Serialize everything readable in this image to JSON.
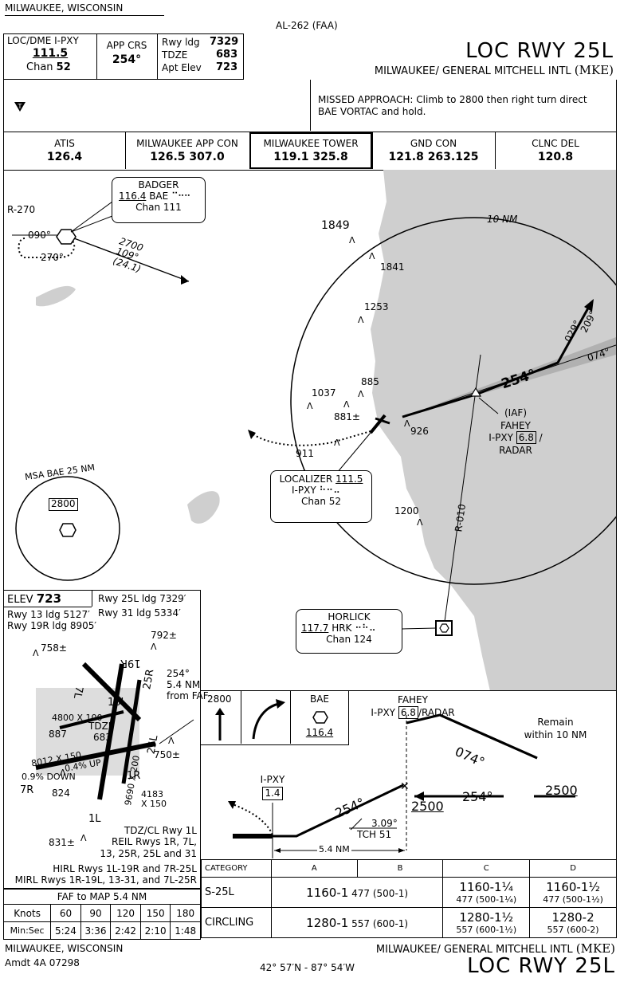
{
  "header": {
    "city_state_top": "MILWAUKEE, WISCONSIN",
    "procedure_number": "AL-262 (FAA)",
    "loc_id_label": "LOC/DME  I-PXY",
    "loc_freq": "111.5",
    "chan_label": "Chan",
    "chan_value": "52",
    "app_crs_label": "APP CRS",
    "app_crs_value": "254°",
    "rwy_ldg_label": "Rwy ldg",
    "rwy_ldg_value": "7329",
    "tdze_label": "TDZE",
    "tdze_value": "683",
    "apt_elev_label": "Apt Elev",
    "apt_elev_value": "723",
    "procedure_title": "LOC RWY 25L",
    "airport_name": "MILWAUKEE/ GENERAL MITCHELL INTL",
    "airport_id": "(MKE)",
    "missed_approach": "MISSED APPROACH: Climb to 2800 then right turn direct BAE VORTAC and hold."
  },
  "comms": [
    {
      "label": "ATIS",
      "value": "126.4"
    },
    {
      "label": "MILWAUKEE APP CON",
      "value": "126.5  307.0"
    },
    {
      "label": "MILWAUKEE TOWER",
      "value": "119.1  325.8"
    },
    {
      "label": "GND CON",
      "value": "121.8  263.125"
    },
    {
      "label": "CLNC DEL",
      "value": "120.8"
    }
  ],
  "plan": {
    "badger_name": "BADGER",
    "badger_freq": "116.4",
    "badger_id": "BAE",
    "badger_chan": "Chan 111",
    "r270": "R-270",
    "hold_090": "090°",
    "hold_270": "270°",
    "alt_2700": "2700",
    "crs_109": "109°",
    "dist_241": "(24.1)",
    "obst_1849": "1849",
    "obst_1841": "1841",
    "obst_1253": "1253",
    "obst_1037": "1037",
    "obst_885": "885",
    "obst_881": "881±",
    "obst_926": "926",
    "obst_911": "911",
    "obst_1200": "1200",
    "ring_10nm": "10 NM",
    "crs_029": "029°",
    "crs_209": "209°",
    "crs_074": "074°",
    "crs_254": "254°",
    "fahey_iaf": "(IAF)",
    "fahey_name": "FAHEY",
    "fahey_dme_id": "I-PXY",
    "fahey_dme": "6.8",
    "fahey_radar": "RADAR",
    "r010": "R-010",
    "loc_name": "LOCALIZER",
    "loc_freq": "111.5",
    "loc_id": "I-PXY",
    "loc_chan": "Chan 52",
    "msa_label": "MSA BAE 25 NM",
    "msa_alt": "2800",
    "horlick_name": "HORLICK",
    "horlick_freq": "117.7",
    "horlick_id": "HRK",
    "horlick_chan": "Chan 124"
  },
  "airport": {
    "elev_label": "ELEV",
    "elev_value": "723",
    "rwy25l": "Rwy 25L ldg 7329′",
    "rwy13": "Rwy 13 ldg 5127′",
    "rwy31": "Rwy 31 ldg 5334′",
    "rwy19r": "Rwy 19R ldg 8905′",
    "obst_758": "758±",
    "obst_792": "792±",
    "obst_887": "887",
    "obst_750": "750±",
    "obst_824": "824",
    "obst_831": "831±",
    "crs_note_1": "254°",
    "crs_note_2": "5.4 NM",
    "crs_note_3": "from FAF",
    "dim_4800": "4800 X 100",
    "tdze_label": "TDZE",
    "tdze_value": "683",
    "dim_8012": "8012 X 150",
    "dim_9690": "9690 X 200",
    "dim_4183": "4183",
    "dim_x150": "X 150",
    "grad_up": "0.4% UP",
    "grad_down": "0.9% DOWN",
    "rwy_1l": "1L",
    "rwy_1r": "1R",
    "rwy_7r": "7R",
    "rwy_25l": "25L",
    "rwy_25r": "25R",
    "rwy_19r": "19R",
    "rwy_7l": "7L",
    "rwy_16l": "16L",
    "lights_1": "TDZ/CL Rwy 1L",
    "lights_2": "REIL Rwys 1R, 7L,",
    "lights_3": "13, 25R, 25L and 31",
    "lights_4": "HIRL Rwys 1L-19R and 7R-25L",
    "lights_5": "MIRL Rwys 1R-19L, 13-31, and 7L-25R"
  },
  "timing": {
    "title": "FAF to MAP  5.4 NM",
    "knots_label": "Knots",
    "speeds": [
      "60",
      "90",
      "120",
      "150",
      "180"
    ],
    "minsec_label": "Min:Sec",
    "times": [
      "5:24",
      "3:36",
      "2:42",
      "2:10",
      "1:48"
    ]
  },
  "missed_icons": {
    "alt": "2800",
    "fix_id": "BAE",
    "fix_freq": "116.4"
  },
  "profile": {
    "fahey_name": "FAHEY",
    "fahey_id": "I-PXY",
    "fahey_dme": "6.8",
    "fahey_radar": "/RADAR",
    "remain_1": "Remain",
    "remain_2": "within 10 NM",
    "crs_074": "074°",
    "crs_254_outbound": "254°",
    "alt_2500_right": "2500",
    "alt_2500_fix": "2500",
    "crs_254_final": "254°",
    "map_id": "I-PXY",
    "map_dme": "1.4",
    "gs_angle": "3.09°",
    "tch": "TCH 51",
    "dist": "5.4 NM"
  },
  "minimums": {
    "headers": [
      "CATEGORY",
      "A",
      "B",
      "C",
      "D"
    ],
    "rows": [
      {
        "cat": "S-25L",
        "ab": "1160-1",
        "ab_small": "477 (500-1)",
        "c": "1160-1¼",
        "c_small": "477 (500-1¼)",
        "d": "1160-1½",
        "d_small": "477 (500-1½)"
      },
      {
        "cat": "CIRCLING",
        "ab": "1280-1",
        "ab_small": "557 (600-1)",
        "c": "1280-1½",
        "c_small": "557 (600-1½)",
        "d": "1280-2",
        "d_small": "557 (600-2)"
      }
    ]
  },
  "footer": {
    "city_state": "MILWAUKEE, WISCONSIN",
    "amdt": "Amdt 4A  07298",
    "coords": "42° 57′N - 87° 54′W",
    "airport_name": "MILWAUKEE/ GENERAL MITCHELL INTL",
    "airport_id": "(MKE)",
    "procedure_title": "LOC RWY 25L"
  }
}
